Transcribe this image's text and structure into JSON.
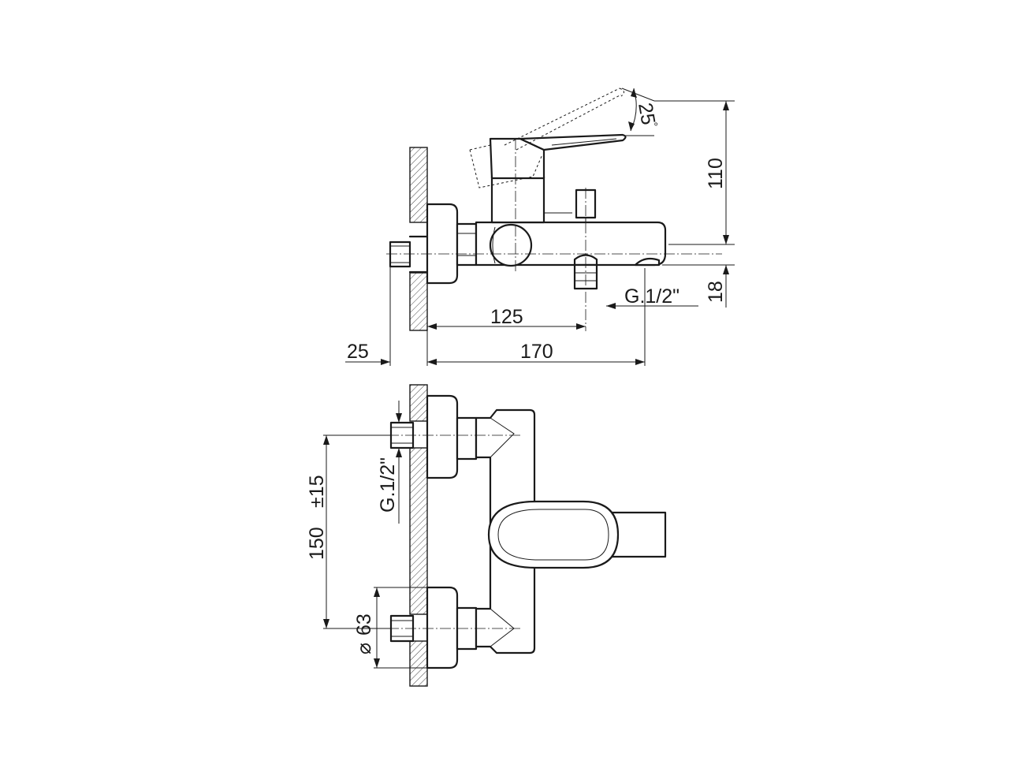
{
  "drawing": {
    "side_view": {
      "dim_angle": "25",
      "dim_angle_unit": "°",
      "dim_height": "110",
      "dim_outlet_drop": "18",
      "dim_outlet_thread": "G.1/2\"",
      "dim_outlet_distance": "125",
      "dim_wall_offset": "25",
      "dim_total_projection": "170"
    },
    "top_view": {
      "dim_centers": "150",
      "dim_tolerance": "±15",
      "dim_inlet_thread": "G.1/2\"",
      "dim_diameter_symbol": "⌀",
      "dim_diameter": "63"
    }
  }
}
